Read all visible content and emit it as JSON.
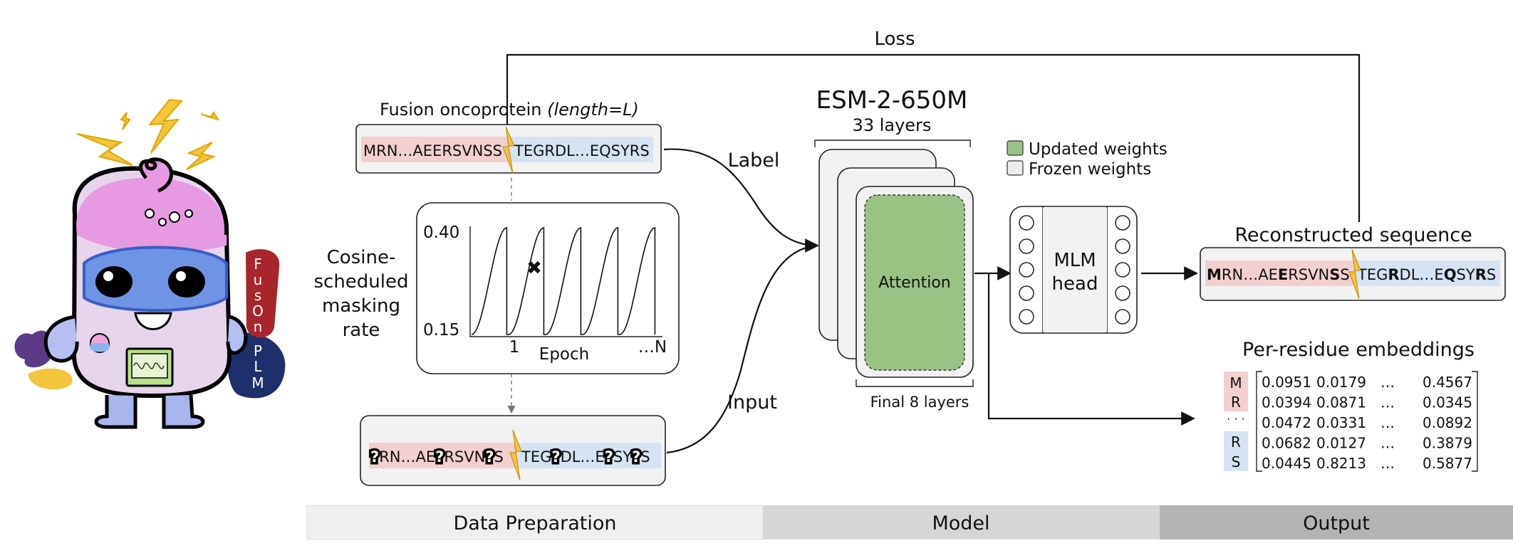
{
  "loss_label": "Loss",
  "label_label": "Label",
  "input_label": "Input",
  "fusion_title_main": "Fusion oncoprotein ",
  "fusion_title_italic": "(length=L)",
  "seq_top": {
    "left": "MRN…AEERSVNSS",
    "right": "TEGRDL…EQSYRS"
  },
  "seq_masked": {
    "left_parts": [
      "?",
      "RN…AE",
      "?",
      "RSVN",
      "?",
      "S"
    ],
    "right_parts": [
      "TEG",
      "?",
      "DL…E",
      "?",
      "SY",
      "?",
      "S"
    ]
  },
  "masking_label": [
    "Cosine-",
    "scheduled",
    "masking",
    "rate"
  ],
  "masking_chart": {
    "y_top": "0.40",
    "y_bottom": "0.15",
    "x_left": "1",
    "x_mid": "Epoch",
    "x_right": "…N",
    "marker": "✖"
  },
  "model": {
    "title": "ESM-2-650M",
    "subtitle": "33 layers",
    "attention": "Attention",
    "final_layers": "Final 8 layers"
  },
  "legend": {
    "updated": "Updated weights",
    "frozen": "Frozen weights",
    "updated_color": "#9bc285",
    "frozen_color": "#ececec"
  },
  "mlm_head": [
    "MLM",
    "head"
  ],
  "recon": {
    "title": "Reconstructed sequence",
    "left_parts": [
      [
        "M",
        true
      ],
      [
        "RN…AE",
        false
      ],
      [
        "E",
        true
      ],
      [
        "RSVN",
        false
      ],
      [
        "S",
        true
      ],
      [
        "S",
        false
      ]
    ],
    "right_parts": [
      [
        "TEG",
        false
      ],
      [
        "R",
        true
      ],
      [
        "DL…E",
        false
      ],
      [
        "Q",
        true
      ],
      [
        "SY",
        false
      ],
      [
        "R",
        true
      ],
      [
        "S",
        false
      ]
    ]
  },
  "embeddings": {
    "title": "Per-residue embeddings",
    "row_labels": [
      "M",
      "R",
      "· · ·",
      "R",
      "S"
    ],
    "rows": [
      [
        "0.0951",
        "0.0179",
        "…",
        "0.4567"
      ],
      [
        "0.0394",
        "0.0871",
        "…",
        "0.0345"
      ],
      [
        "0.0472",
        "0.0331",
        "…",
        "0.0892"
      ],
      [
        "0.0682",
        "0.0127",
        "…",
        "0.3879"
      ],
      [
        "0.0445",
        "0.8213",
        "…",
        "0.5877"
      ]
    ]
  },
  "stages": [
    "Data Preparation",
    "Model",
    "Output"
  ],
  "mascot_text": [
    "F",
    "u",
    "s",
    "O",
    "n",
    "P",
    "L",
    "M"
  ],
  "colors": {
    "pink_seq": "#f2d0d0",
    "blue_seq": "#d5e3f2",
    "attention": "#9bc285",
    "bolt": "#f3c43c"
  }
}
